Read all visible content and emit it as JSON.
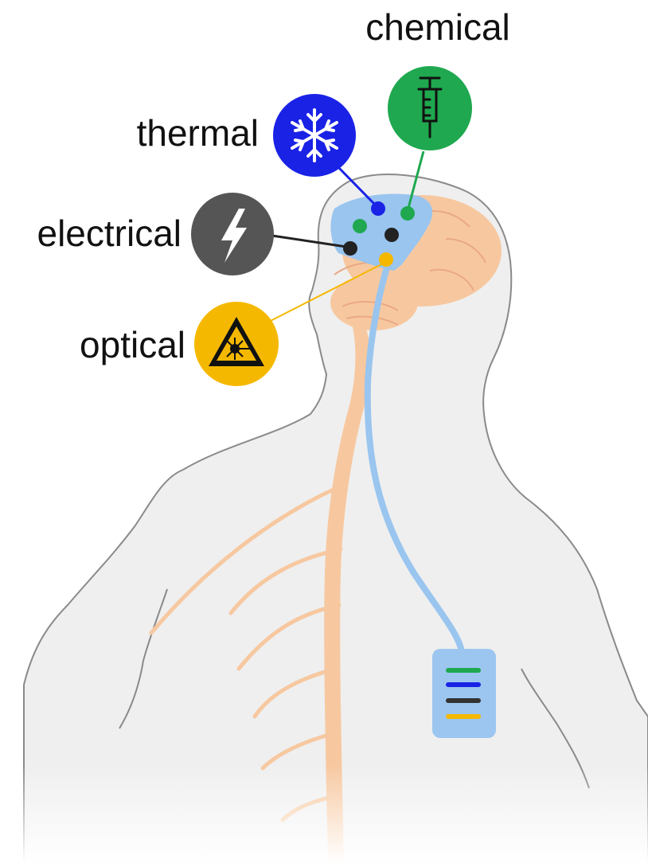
{
  "modalities": [
    {
      "key": "chemical",
      "label": "chemical",
      "color": "#1fa84f",
      "icon": "syringe-icon"
    },
    {
      "key": "thermal",
      "label": "thermal",
      "color": "#1a22e6",
      "icon": "snowflake-icon"
    },
    {
      "key": "electrical",
      "label": "electrical",
      "color": "#555555",
      "icon": "lightning-bolt-icon"
    },
    {
      "key": "optical",
      "label": "optical",
      "color": "#f5b800",
      "icon": "laser-warning-icon"
    }
  ],
  "colors": {
    "body_fill": "#efefef",
    "body_outline": "#8a8a8a",
    "nerve": "#f7c8a0",
    "probe": "#99c5ef",
    "device": "#9cc6ef"
  },
  "device_stripes": [
    "#1fa84f",
    "#1a22e6",
    "#333333",
    "#f5b800"
  ]
}
